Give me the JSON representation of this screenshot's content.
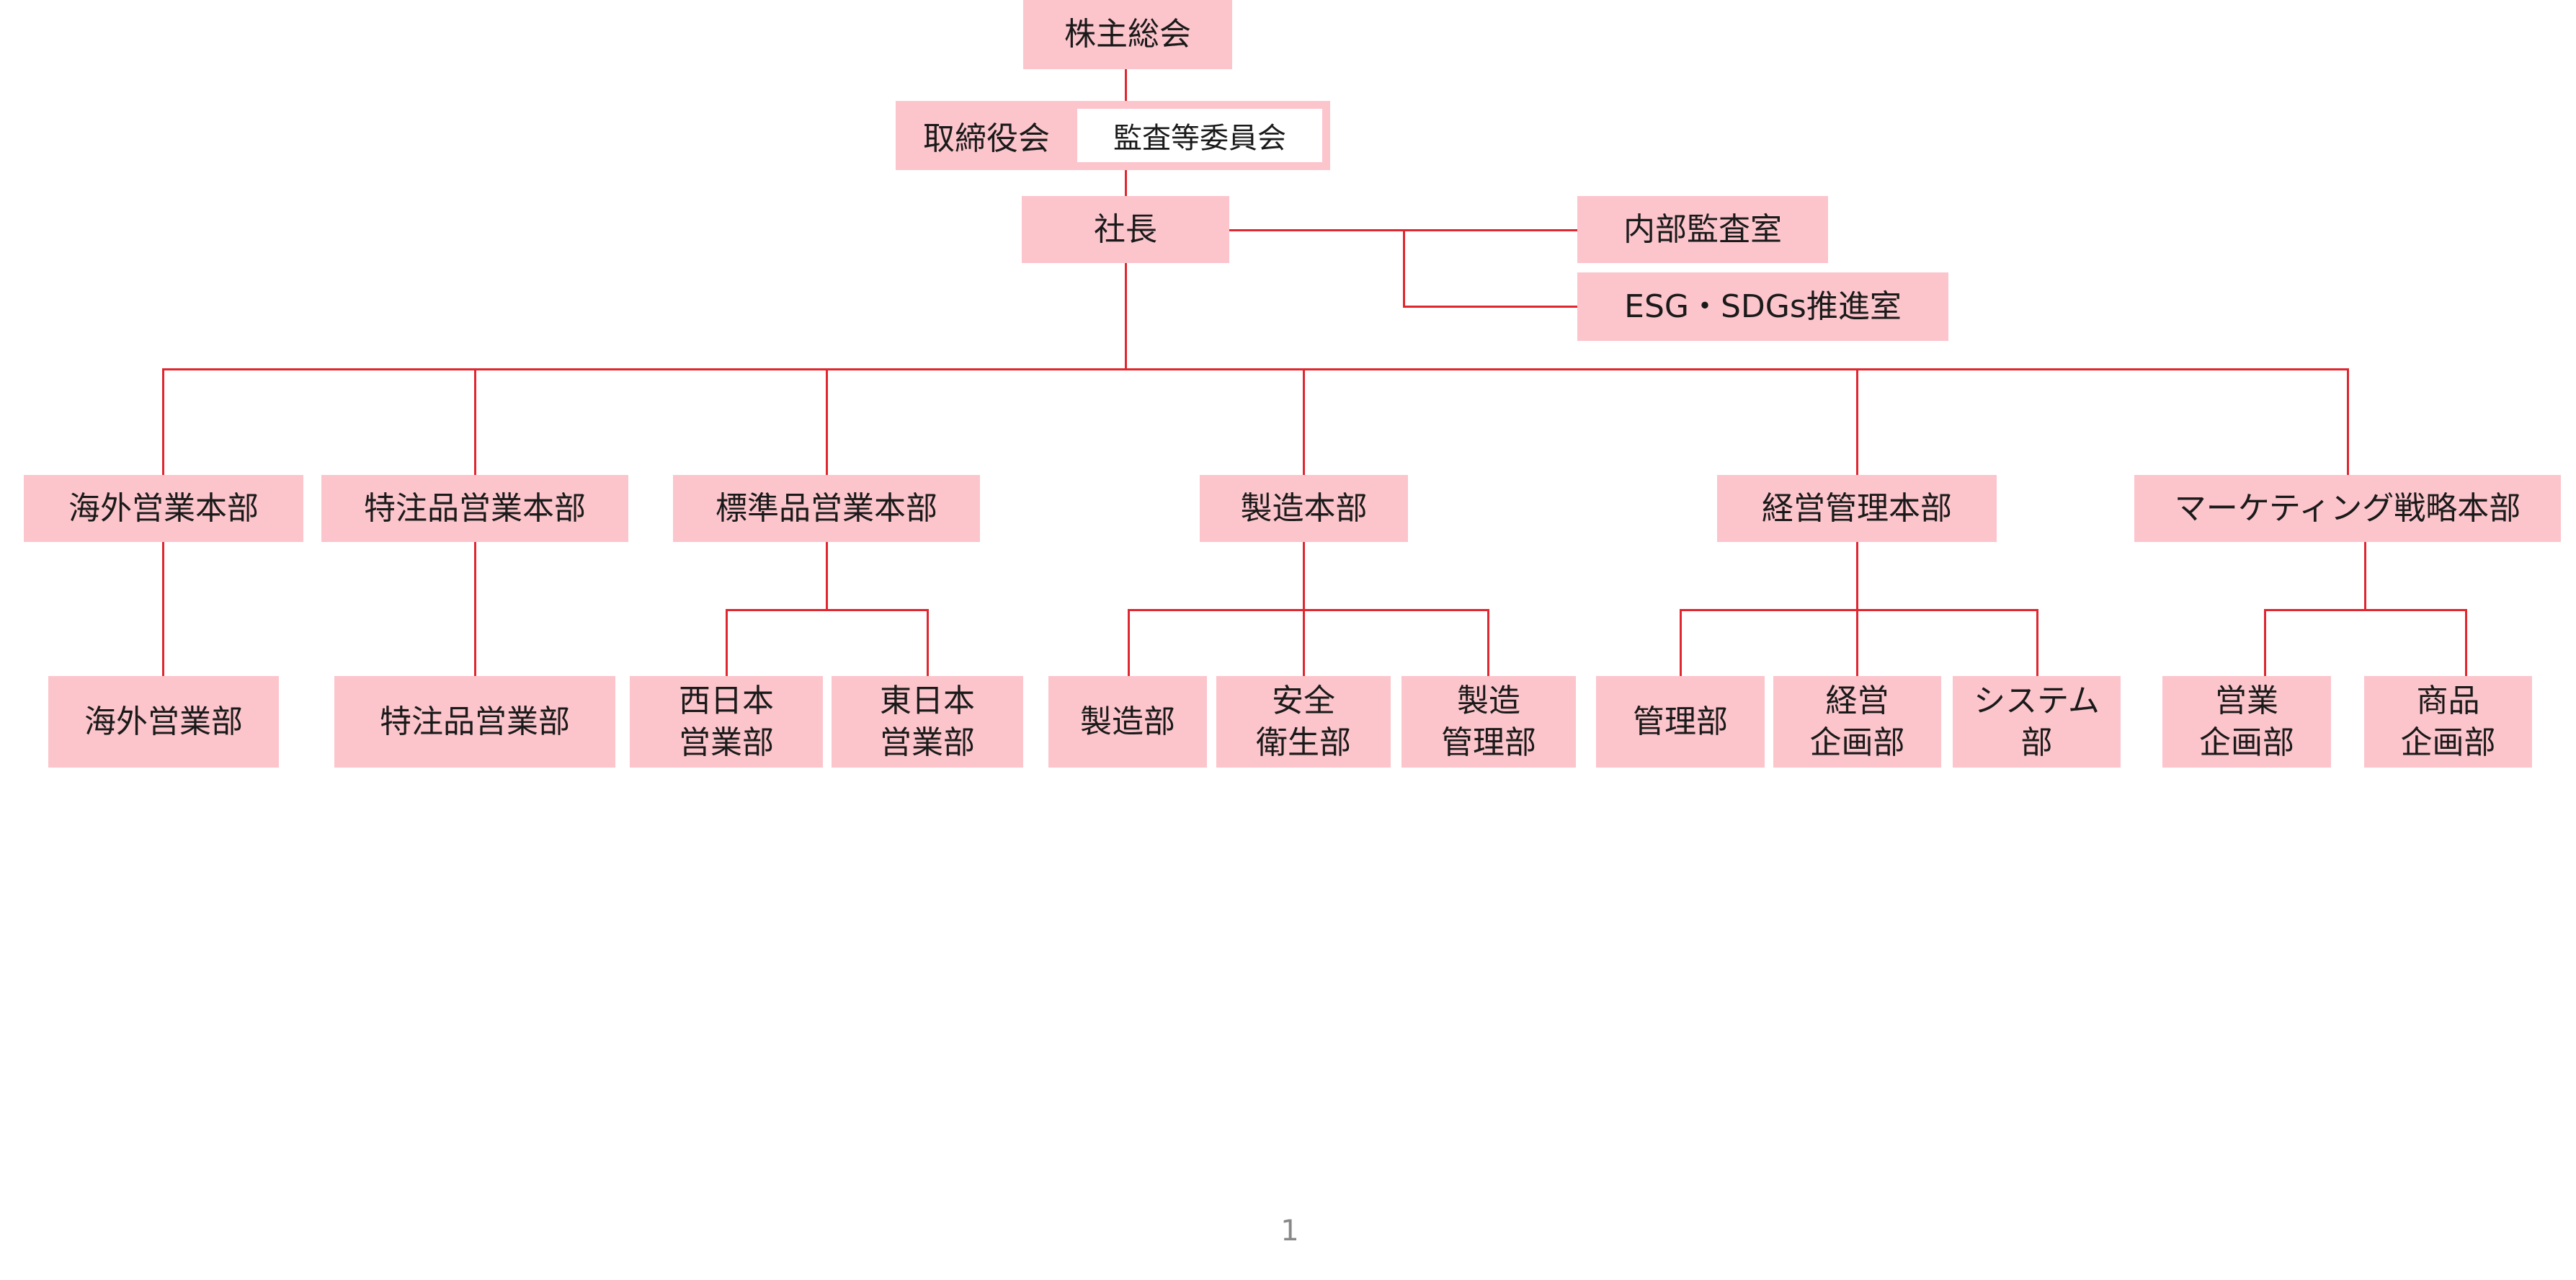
{
  "colors": {
    "box_fill": "#fcc5cc",
    "line": "#e0262f",
    "inner_fill": "#ffffff"
  },
  "org": {
    "shareholders": "株主総会",
    "board": "取締役会",
    "audit_committee": "監査等委員会",
    "president": "社長",
    "staff": [
      "内部監査室",
      "ESG・SDGs推進室"
    ],
    "divisions": [
      {
        "name": "海外営業本部",
        "departments": [
          "海外営業部"
        ]
      },
      {
        "name": "特注品営業本部",
        "departments": [
          "特注品営業部"
        ]
      },
      {
        "name": "標準品営業本部",
        "departments": [
          "西日本\n営業部",
          "東日本\n営業部"
        ]
      },
      {
        "name": "製造本部",
        "departments": [
          "製造部",
          "安全\n衛生部",
          "製造\n管理部"
        ]
      },
      {
        "name": "経営管理本部",
        "departments": [
          "管理部",
          "経営\n企画部",
          "システム\n部"
        ]
      },
      {
        "name": "マーケティング戦略本部",
        "departments": [
          "営業\n企画部",
          "商品\n企画部"
        ]
      }
    ]
  },
  "footer": {
    "page_number": "1"
  }
}
